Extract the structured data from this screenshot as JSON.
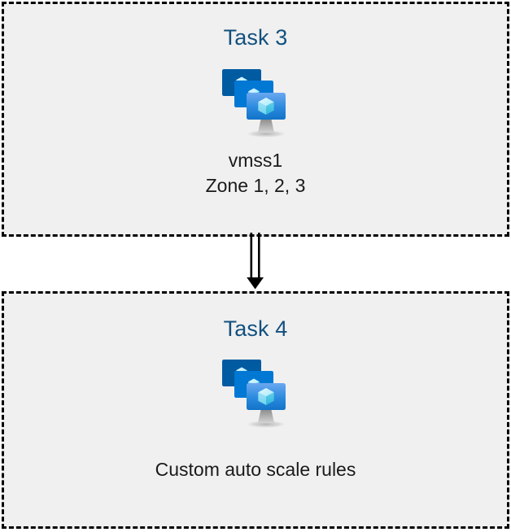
{
  "diagram": {
    "type": "flow",
    "background_color": "#ffffff",
    "box_fill_color": "#f0f0f0",
    "box_border_color": "#000000",
    "box_border_style": "dashed",
    "title_color": "#12507e",
    "caption_color": "#1a1a1a",
    "boxes": [
      {
        "id": "task-3",
        "title": "Task 3",
        "icon": "vm-scale-set-icon",
        "captions": [
          "vmss1",
          "Zone 1, 2, 3"
        ]
      },
      {
        "id": "task-4",
        "title": "Task 4",
        "icon": "vm-scale-set-icon",
        "captions": [
          "Custom auto scale rules"
        ]
      }
    ],
    "connector": {
      "name": "double-line-down-arrow",
      "from": "task-3",
      "to": "task-4",
      "direction": "down",
      "color": "#000000"
    },
    "icon_colors": {
      "monitor_back": "#005ba1",
      "monitor_middle": "#0078d4",
      "monitor_front_top": "#5ea0ef",
      "monitor_front_bottom": "#1b7fd4",
      "cube_light": "#c3f1ff",
      "cube_mid": "#9cebff",
      "cube_dark": "#32bedd",
      "stand": "#b3b3b3"
    }
  }
}
